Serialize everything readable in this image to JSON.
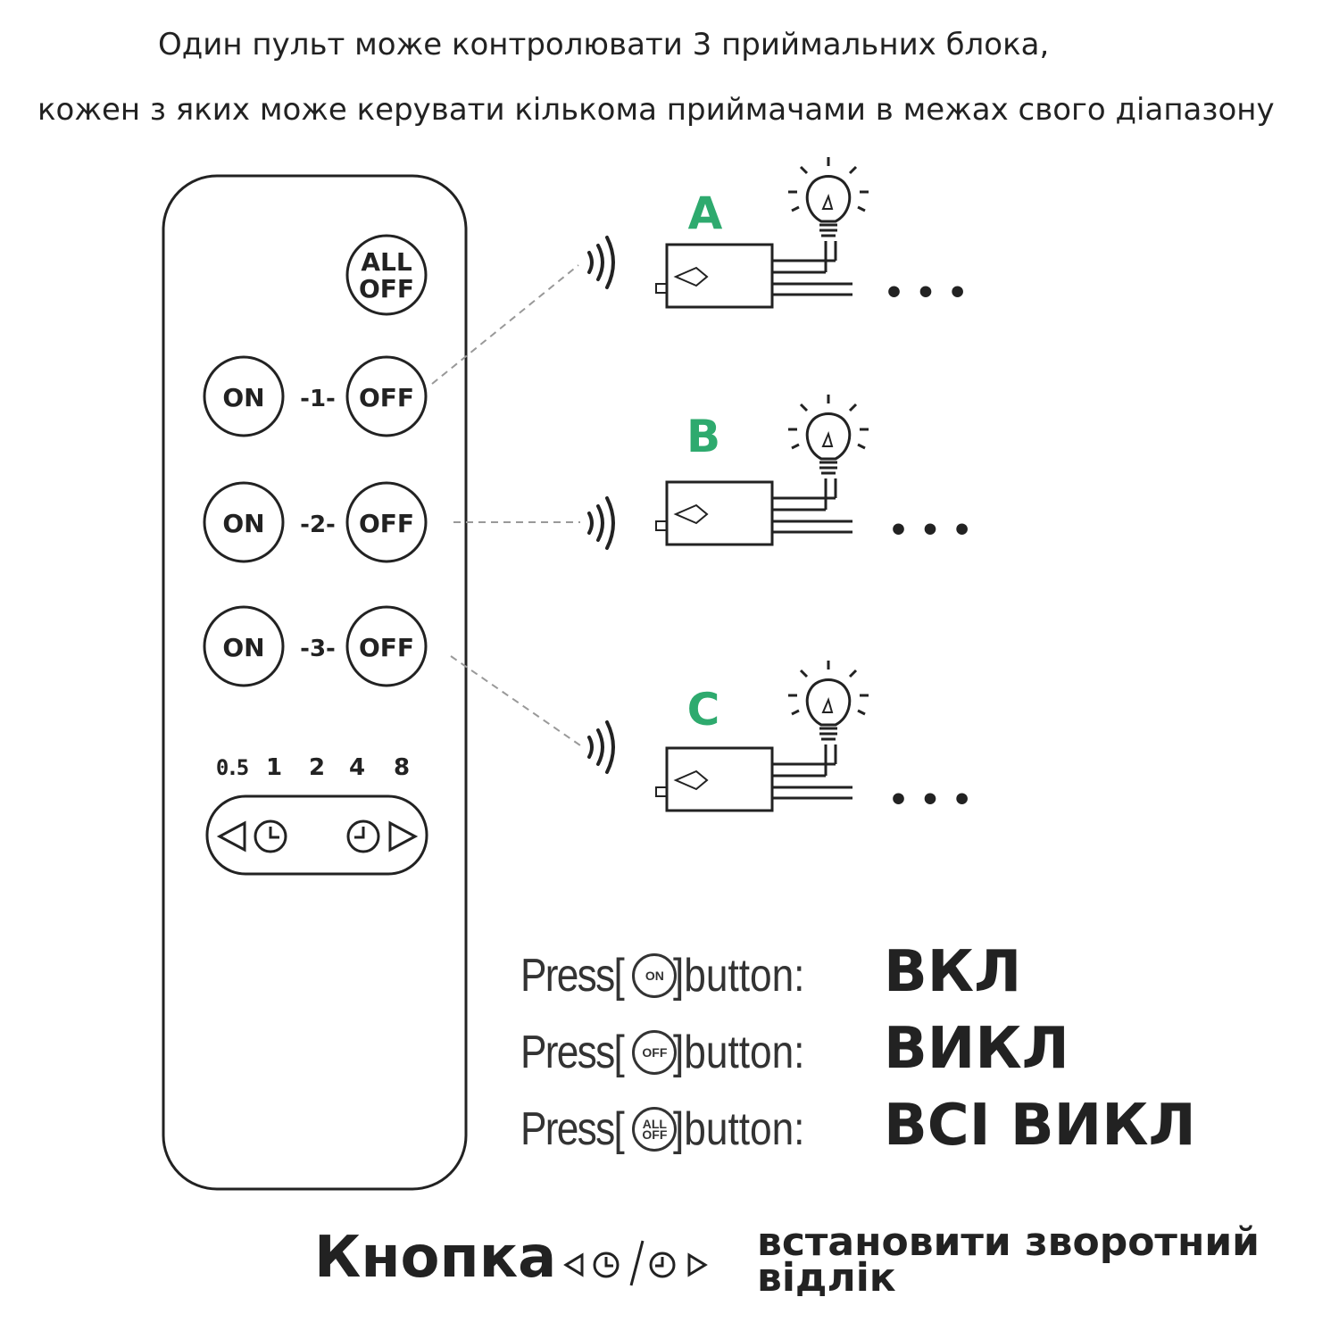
{
  "header": {
    "line1": "Один пульт може контролювати 3 приймальних блока,",
    "line2": "кожен з яких може керувати кількома приймачами в межах свого діапазону"
  },
  "remote": {
    "all_off": [
      "ALL",
      "OFF"
    ],
    "channels": [
      {
        "on": "ON",
        "label": "-1-",
        "off": "OFF"
      },
      {
        "on": "ON",
        "label": "-2-",
        "off": "OFF"
      },
      {
        "on": "ON",
        "label": "-3-",
        "off": "OFF"
      }
    ],
    "timer_values": [
      "0.5",
      "1",
      "2",
      "4",
      "8"
    ],
    "timer_left_icon": "triangle-left-clock-icon",
    "timer_right_icon": "clock-triangle-right-icon"
  },
  "receivers": [
    {
      "letter": "A",
      "more": "• • •"
    },
    {
      "letter": "B",
      "more": "• • •"
    },
    {
      "letter": "C",
      "more": "• • •"
    }
  ],
  "colors": {
    "receiver_letter": "#2eaa6e",
    "ink": "#222222",
    "signal_line": "#999999"
  },
  "legend": [
    {
      "prefix": "Press[",
      "icon": "ON",
      "suffix": "]button:",
      "action": "ВКЛ"
    },
    {
      "prefix": "Press[",
      "icon": "OFF",
      "suffix": "]button:",
      "action": "ВИКЛ"
    },
    {
      "prefix": "Press[",
      "icon": "ALL OFF",
      "suffix": "]button:",
      "action": "ВСІ ВИКЛ"
    }
  ],
  "footer": {
    "button_label": "Кнопка",
    "description": "встановити зворотний відлік"
  }
}
